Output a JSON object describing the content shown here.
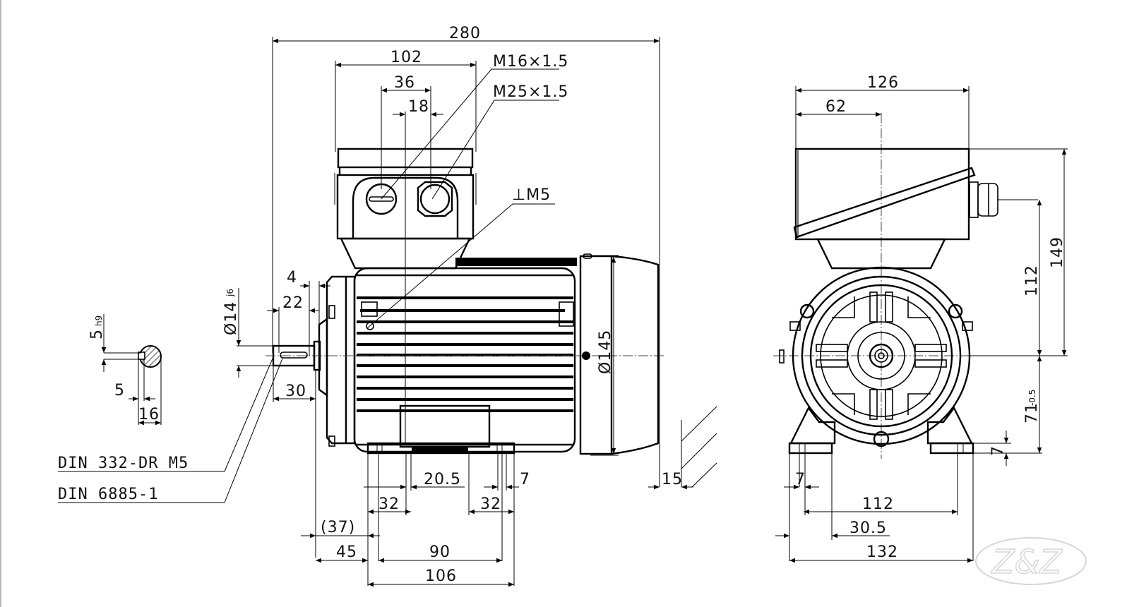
{
  "drawing": {
    "title": "Motor dimensional drawing",
    "line_color": "#000000",
    "background": "#ffffff"
  },
  "side_view": {
    "overall_length": "280",
    "terminal_box_width": "102",
    "gland_spacing": "36",
    "gland_offset": "18",
    "thread_small": "M16×1.5",
    "thread_large": "M25×1.5",
    "earth_label": "⊥M5",
    "shaft_shoulder": "4",
    "key_length": "22",
    "shaft_diameter": "Ø14",
    "shaft_tolerance": "j6",
    "shaft_length": "30",
    "flange_diameter": "Ø145",
    "fan_clearance": "15",
    "foot_hole_center": "20.5",
    "foot_hole_width": "7",
    "foot_left_width": "32",
    "foot_right_width": "32",
    "shaft_to_foot_ref": "(37)",
    "shaft_to_hole": "45",
    "hole_spacing": "90",
    "foot_length": "106",
    "note_center_hole": "DIN 332-DR M5",
    "note_key": "DIN 6885-1"
  },
  "key_section": {
    "key_width": "5",
    "key_tolerance": "h9",
    "key_depth": "5",
    "shaft_height": "16"
  },
  "end_view": {
    "box_width": "126",
    "box_offset": "62",
    "overall_height": "149",
    "gland_height": "112",
    "shaft_height": "71",
    "shaft_height_tolerance": "-0.5",
    "foot_thickness": "7",
    "foot_hole_diameter": "7",
    "hole_spacing": "112",
    "foot_offset": "30.5",
    "foot_width": "132"
  },
  "watermark": {
    "text": "Z&Z"
  }
}
